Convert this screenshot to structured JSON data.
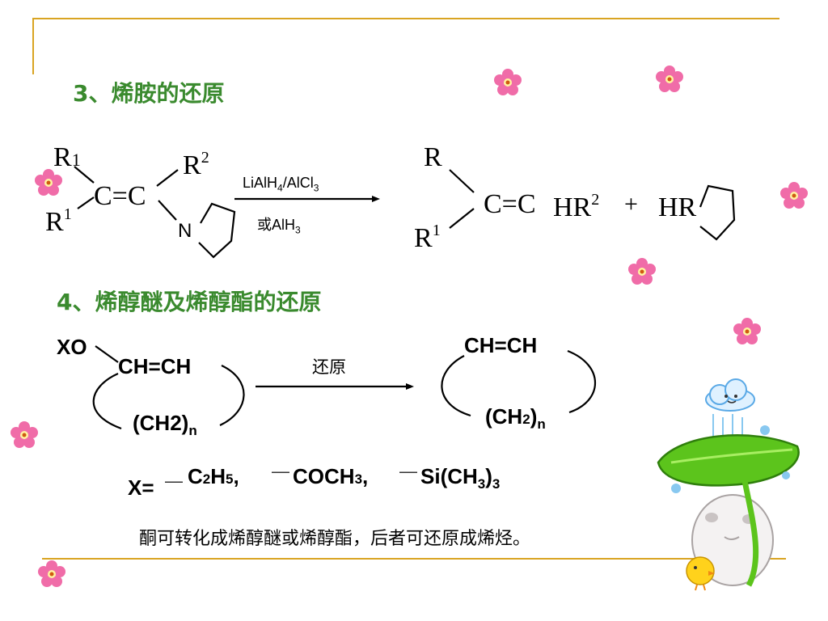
{
  "slide": {
    "heading3": "3、烯胺的还原",
    "heading4": "4、烯醇醚及烯醇酯的还原",
    "footer_text": "酮可转化成烯醇醚或烯醇酯，后者可还原成烯烃。"
  },
  "enamine_reaction": {
    "reactant": {
      "r_top": "R",
      "r_top_sub": "1",
      "r_bottom": "R",
      "r_bottom_sub": "1",
      "r2": "R",
      "r2_sup": "2",
      "core": "C=C",
      "n_atom": "N"
    },
    "reagent_top": {
      "pre": "LiAlH",
      "sub1": "4",
      "mid": "/AlCl",
      "sub2": "3"
    },
    "reagent_bottom": {
      "pre": "或AlH",
      "sub1": "3"
    },
    "product": {
      "r_top": "R",
      "r_bottom": "R",
      "r_bottom_sup": "1",
      "core": "C=C",
      "hr2": "HR",
      "hr2_sup": "2",
      "plus": "+",
      "hr": "HR"
    }
  },
  "enol_reaction": {
    "xo": "XO",
    "reactant_ch": "CH=CH",
    "reactant_chain": "(CH2)",
    "reactant_chain_sub": "n",
    "reagent": "还原",
    "product_ch": "CH=CH",
    "product_chain_pre": "(CH",
    "product_chain_sub2": "2",
    "product_chain_post": ")",
    "product_chain_sub": "n"
  },
  "x_definition": {
    "label": "X=",
    "dash1": "—",
    "g1_a": "C",
    "g1_a_sub": "2",
    "g1_b": "H",
    "g1_b_sub": "5",
    "g1_comma": ",",
    "dash2": "—",
    "g2_a": "COCH",
    "g2_a_sub": "3",
    "g2_comma": ",",
    "dash3": "—",
    "g3_a": "Si(CH",
    "g3_a_sub": "3",
    "g3_b": ")",
    "g3_b_sub": "3"
  },
  "colors": {
    "accent_line": "#d9a422",
    "heading": "#3a8a2e",
    "flower": "#f06ca8",
    "leaf": "#5cc41c"
  }
}
